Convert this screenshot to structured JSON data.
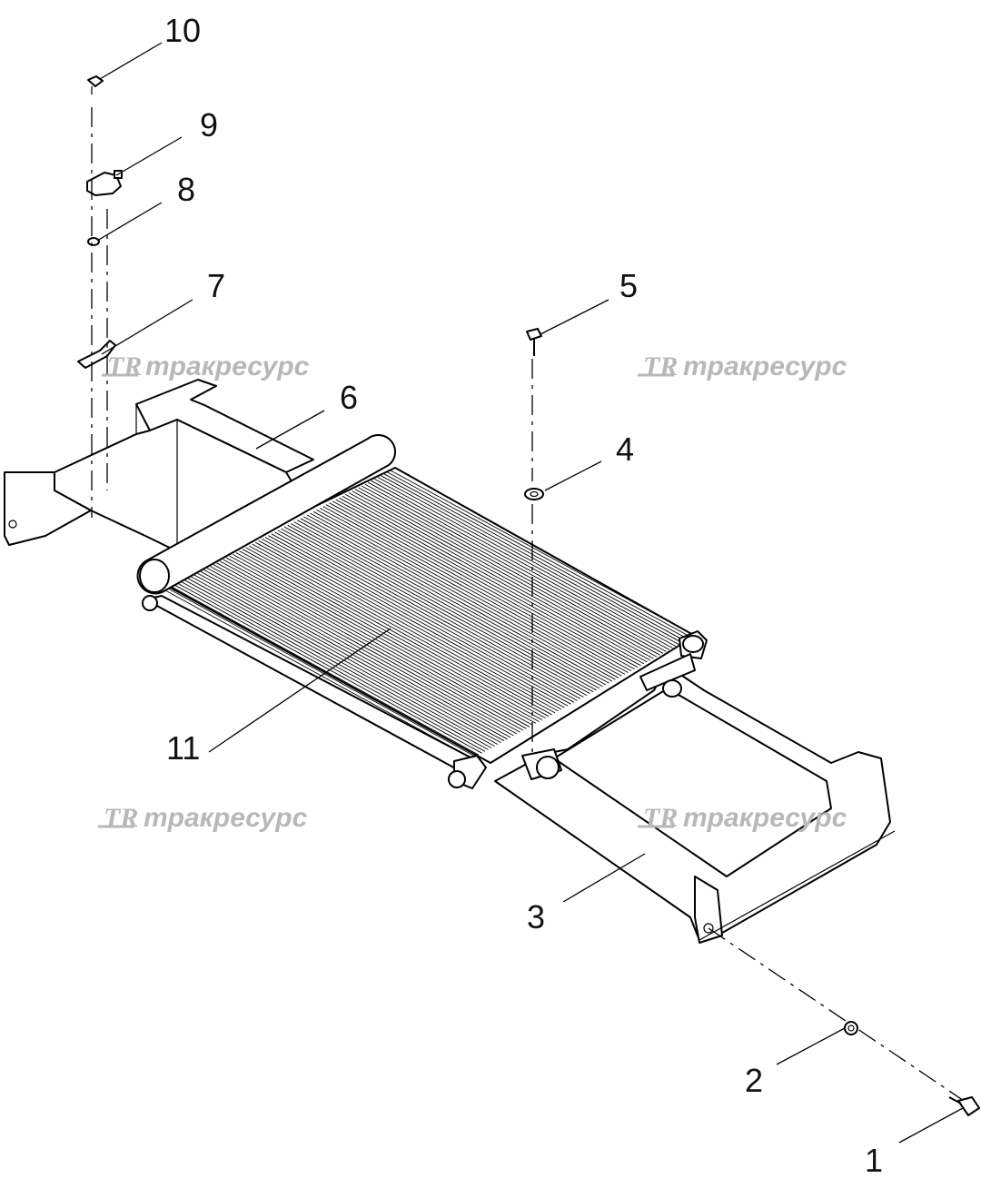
{
  "callouts": [
    {
      "id": "10",
      "label": "10"
    },
    {
      "id": "9",
      "label": "9"
    },
    {
      "id": "8",
      "label": "8"
    },
    {
      "id": "7",
      "label": "7"
    },
    {
      "id": "6",
      "label": "6"
    },
    {
      "id": "5",
      "label": "5"
    },
    {
      "id": "4",
      "label": "4"
    },
    {
      "id": "11",
      "label": "11"
    },
    {
      "id": "3",
      "label": "3"
    },
    {
      "id": "2",
      "label": "2"
    },
    {
      "id": "1",
      "label": "1"
    }
  ],
  "watermark": {
    "logo": "TR",
    "text": "тракресурс"
  },
  "colors": {
    "line": "#000000",
    "watermark": "#b8b8b8",
    "background": "#ffffff"
  }
}
